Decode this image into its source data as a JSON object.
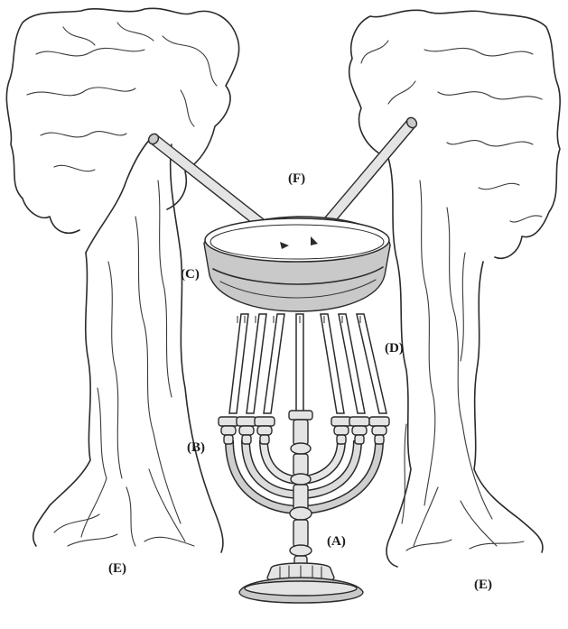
{
  "labels": {
    "A": "(A)",
    "B": "(B)",
    "C": "(C)",
    "D": "(D)",
    "E_left": "(E)",
    "E_right": "(E)",
    "F": "(F)"
  },
  "components": {
    "menorah_branch_count": 7,
    "light_channel_count": 7,
    "tree_count": 2,
    "pipe_count": 2
  },
  "colors": {
    "ink": "#2b2b2b",
    "shade": "#c9c9c9",
    "light_shade": "#e4e4e4",
    "background": "#ffffff"
  }
}
